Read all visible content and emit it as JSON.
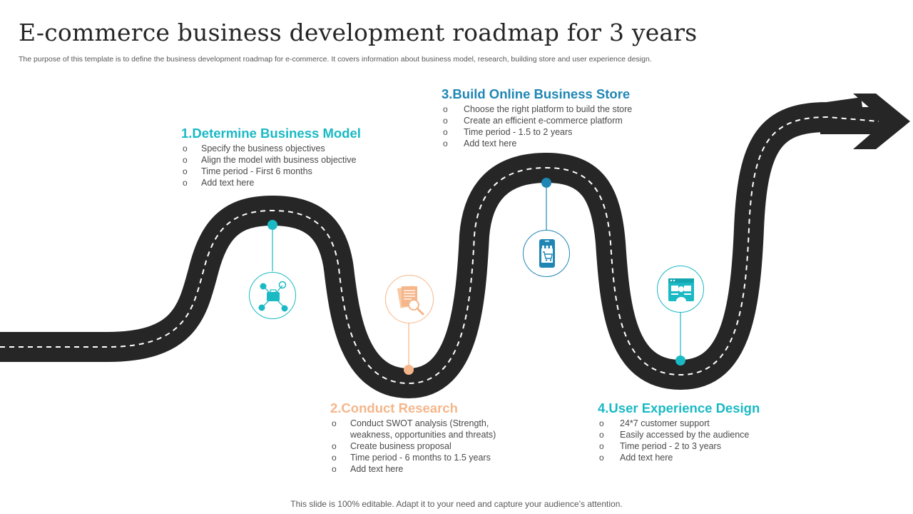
{
  "header": {
    "title": "E-commerce business development roadmap for 3 years",
    "subtitle": "The purpose of this template is to define the business development roadmap for e-commerce. It covers information about business model, research, building store and user experience design."
  },
  "steps": [
    {
      "heading": "1.Determine Business Model",
      "color": "#1ab9c4",
      "icon": "business-network-icon",
      "bullets": [
        "Specify the business objectives",
        "Align the model with business objective",
        "Time period - First 6 months",
        "Add text here"
      ]
    },
    {
      "heading": "2.Conduct Research",
      "color": "#f5b68a",
      "icon": "document-search-icon",
      "bullets": [
        "Conduct SWOT analysis (Strength,",
        "weakness, opportunities and threats)",
        "Create business proposal",
        "Time period - 6 months to 1.5 years",
        "Add text here"
      ]
    },
    {
      "heading": "3.Build Online Business Store",
      "color": "#1f86b4",
      "icon": "mobile-store-icon",
      "bullets": [
        "Choose the right platform to build the store",
        "Create an efficient e-commerce platform",
        "Time period - 1.5 to 2 years",
        "Add text here"
      ]
    },
    {
      "heading": "4.User Experience Design",
      "color": "#1ab9c4",
      "icon": "web-design-icon",
      "bullets": [
        "24*7 customer support",
        "Easily accessed by the audience",
        "Time period - 2 to 3 years",
        "Add text here"
      ]
    }
  ],
  "footer": {
    "text": "This slide is 100% editable. Adapt it to your need and capture your audience’s attention."
  },
  "colors": {
    "road": "#262626",
    "dash": "#ffffff",
    "teal": "#1ab9c4",
    "peach": "#f5b68a",
    "blue": "#1f86b4"
  }
}
